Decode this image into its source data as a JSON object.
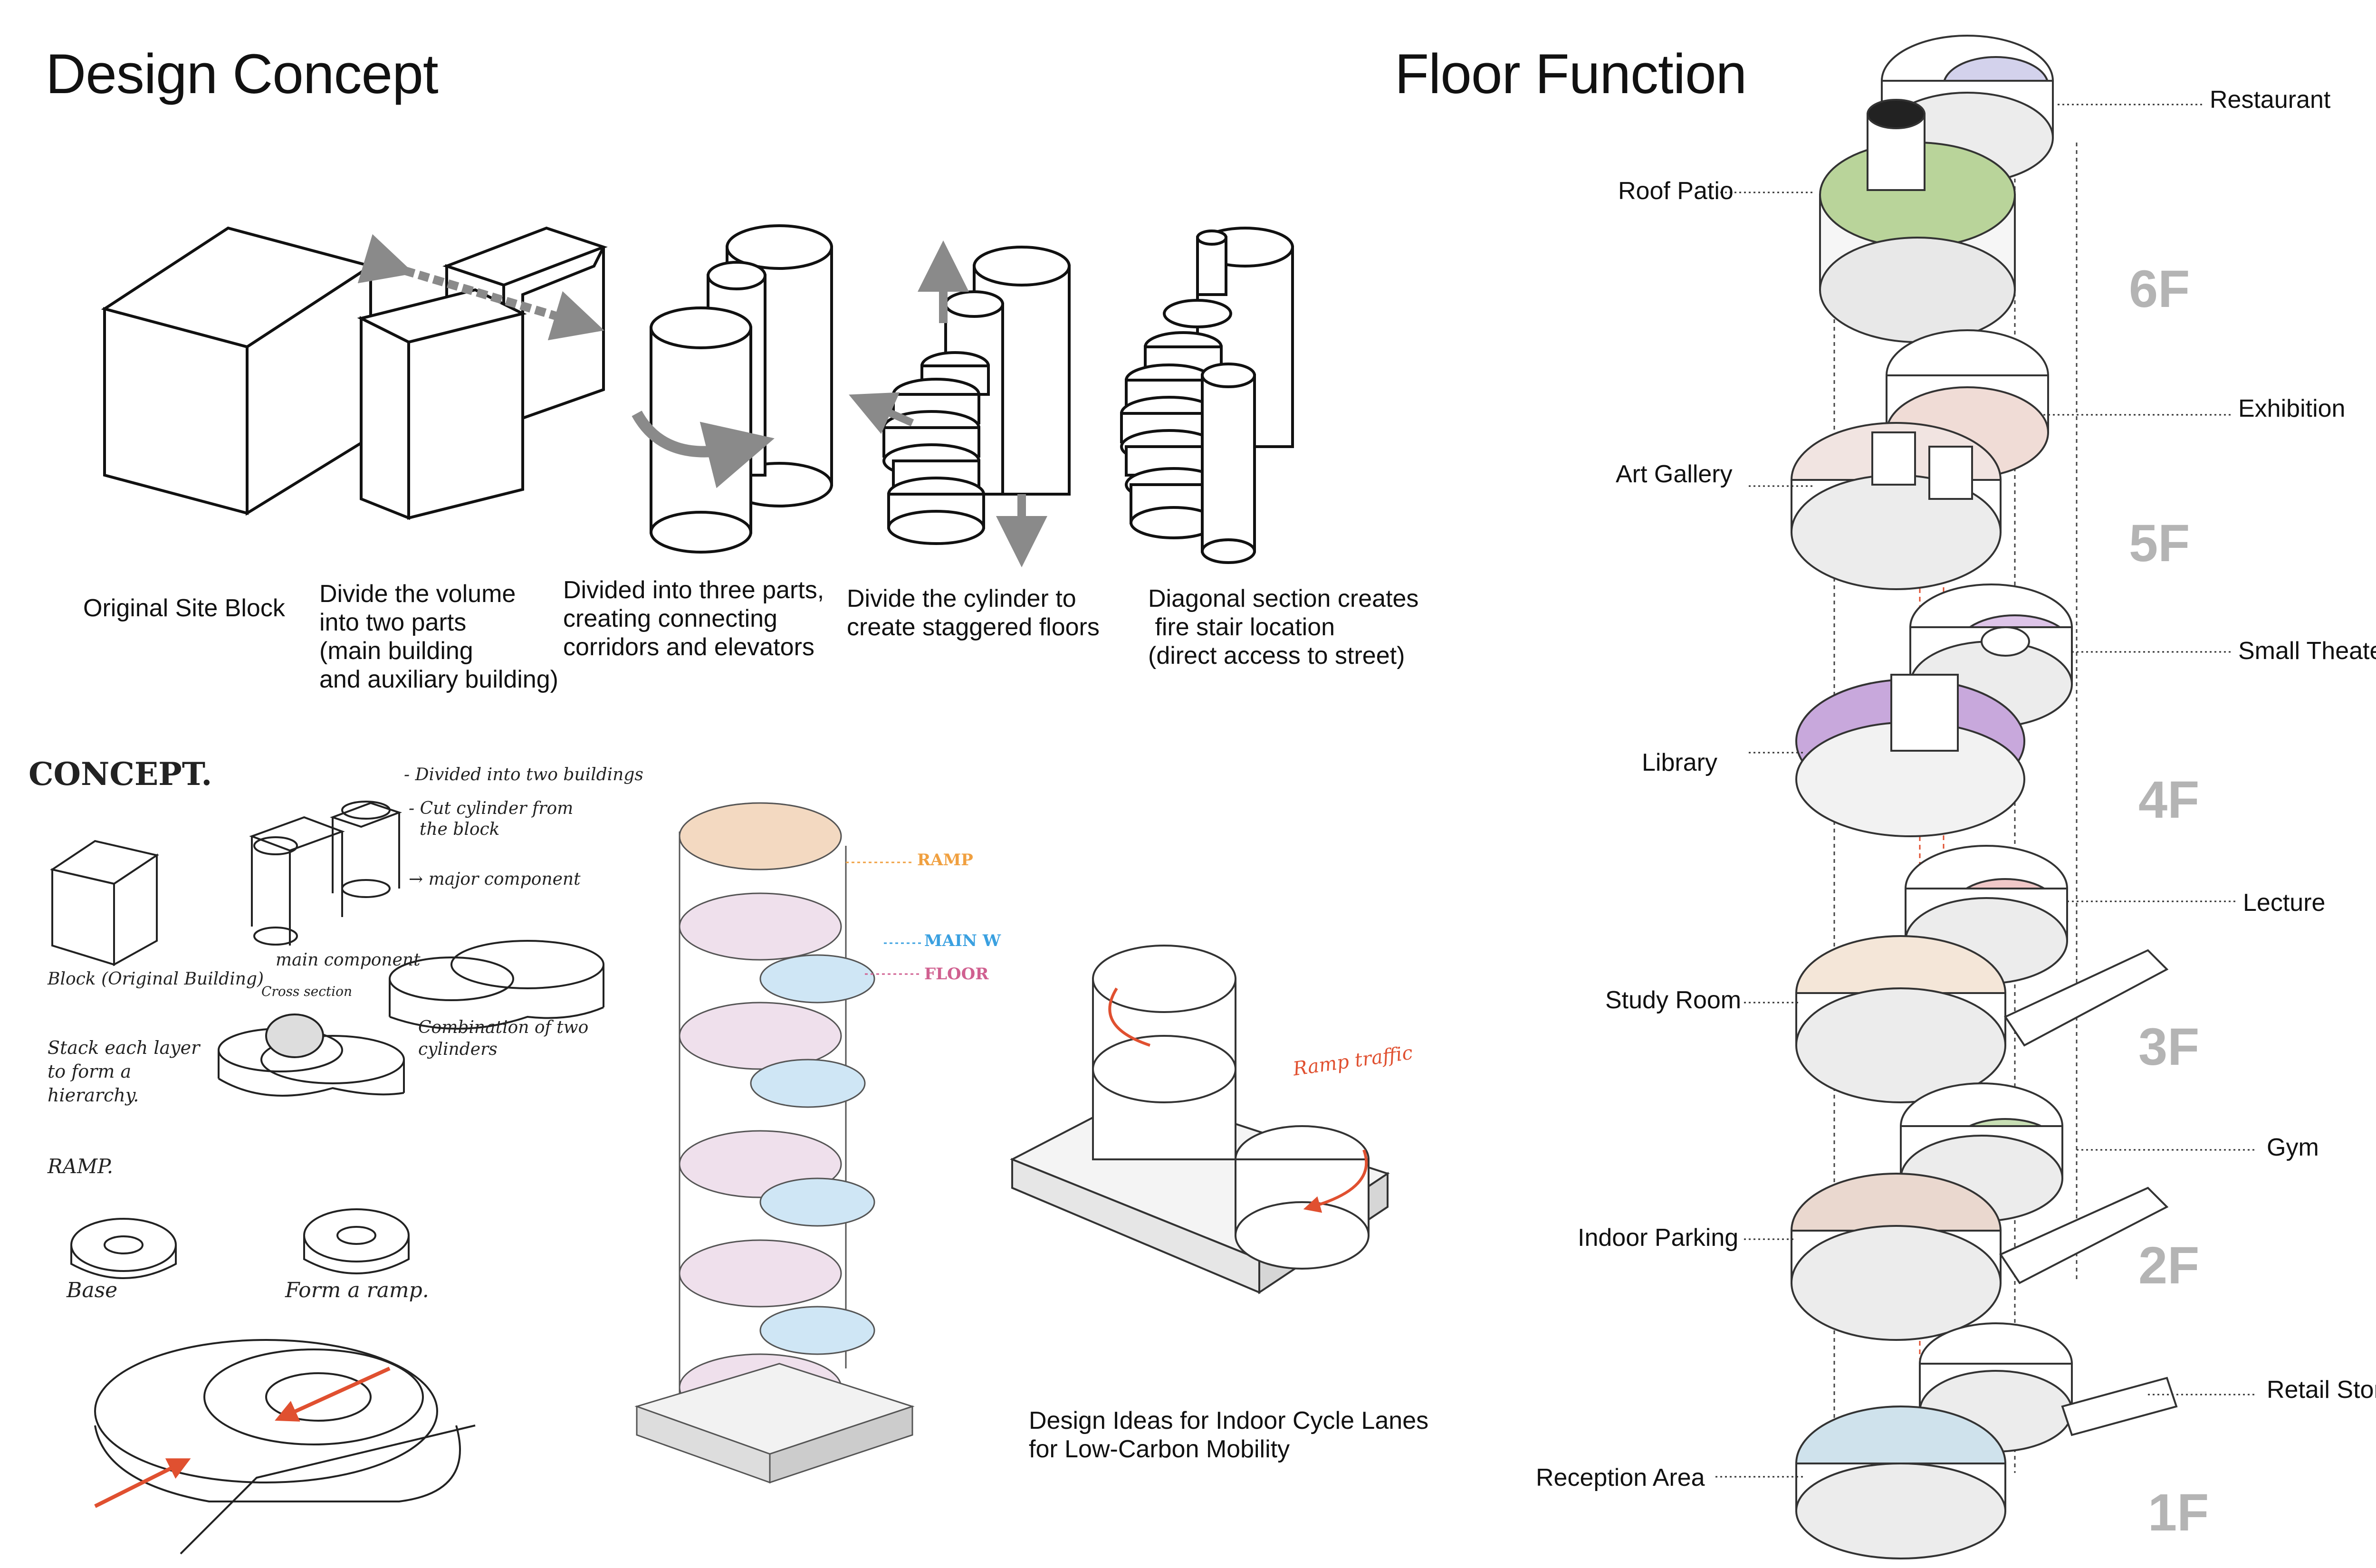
{
  "titles": {
    "design_concept": "Design Concept",
    "floor_function": "Floor Function"
  },
  "concept_steps": [
    {
      "caption": "Original Site Block"
    },
    {
      "caption": "Divide the volume\ninto two parts\n(main building\nand auxiliary building)"
    },
    {
      "caption": "Divided into three parts,\ncreating connecting\ncorridors and elevators"
    },
    {
      "caption": "Divide the cylinder to\ncreate staggered floors"
    },
    {
      "caption": "Diagonal section creates\n fire stair location\n(direct access to street)"
    }
  ],
  "sketch_notes": {
    "concept": "CONCEPT.",
    "note1": "- Divided into two buildings",
    "note2": "- Cut cylinder from\n  the block",
    "note3": "→ major component",
    "block": "Block (Original Building)",
    "main_component": "main component",
    "cross_section": "Cross section",
    "combination": "Combination of two\ncylinders",
    "stack": "Stack each layer\nto form a\nhierarchy.",
    "ramp": "RAMP.",
    "base": "Base",
    "form_ramp": "Form a ramp."
  },
  "ramp_diagram": {
    "ramp_label": "RAMP",
    "main_label": "MAIN W",
    "floor_label": "FLOOR",
    "ramp_traffic": "Ramp traffic",
    "caption": "Design Ideas for Indoor Cycle Lanes\nfor Low-Carbon Mobility"
  },
  "floors": [
    {
      "floor": "6F",
      "left": "Roof Patio",
      "right": "Restaurant"
    },
    {
      "floor": "5F",
      "left": "Art Gallery",
      "right": "Exhibition"
    },
    {
      "floor": "4F",
      "left": "Library",
      "right": "Small Theater"
    },
    {
      "floor": "3F",
      "left": "Study Room",
      "right": "Lecture"
    },
    {
      "floor": "2F",
      "left": "Indoor Parking",
      "right": "Gym"
    },
    {
      "floor": "1F",
      "left": "Reception Area",
      "right": "Retail Stores"
    }
  ],
  "colors": {
    "floor_label": "#b4b4b4",
    "ramp_orange": "#f0a040",
    "main_blue": "#3aa0e0",
    "floor_pink": "#d06090",
    "accent_red": "#e05030",
    "roof_green": "#b9d49a",
    "library_purple": "#c8a8dc",
    "reception_blue": "#cfe2ec"
  }
}
